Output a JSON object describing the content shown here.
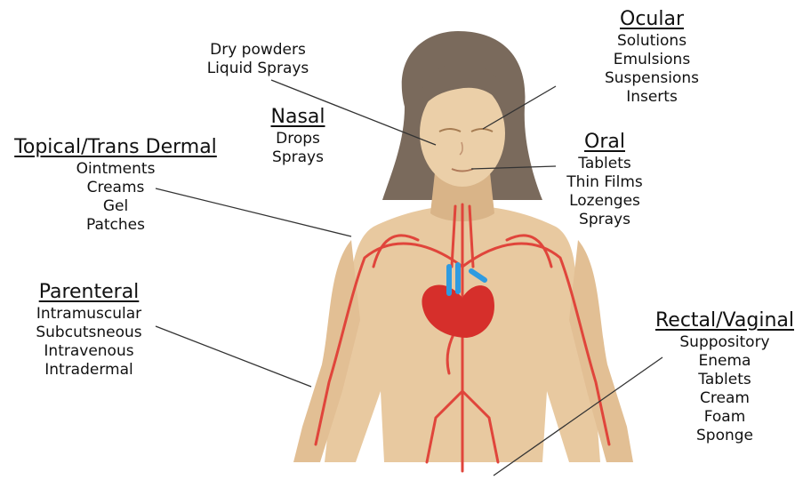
{
  "labels": {
    "ocular": {
      "heading": "Ocular",
      "items": [
        "Solutions",
        "Emulsions",
        "Suspensions",
        "Inserts"
      ]
    },
    "nasal_extra": {
      "items": [
        "Dry powders",
        "Liquid Sprays"
      ]
    },
    "nasal": {
      "heading": "Nasal",
      "items": [
        "Drops",
        "Sprays"
      ]
    },
    "topical": {
      "heading": "Topical/Trans Dermal",
      "items": [
        "Ointments",
        "Creams",
        "Gel",
        "Patches"
      ]
    },
    "oral": {
      "heading": "Oral",
      "items": [
        "Tablets",
        "Thin Films",
        "Lozenges",
        "Sprays"
      ]
    },
    "parenteral": {
      "heading": "Parenteral",
      "items": [
        "Intramuscular",
        "Subcutsneous",
        "Intravenous",
        "Intradermal"
      ]
    },
    "rectal": {
      "heading": "Rectal/Vaginal",
      "items": [
        "Suppository",
        "Enema",
        "Tablets",
        "Cream",
        "Foam",
        "Sponge"
      ]
    }
  },
  "colors": {
    "skin": "#e8c9a0",
    "skin_shadow": "#d9b488",
    "hair": "#7a6a5c",
    "artery": "#e0453b",
    "heart": "#d62f2b",
    "vein": "#2f9be0",
    "pointer": "#333333"
  }
}
